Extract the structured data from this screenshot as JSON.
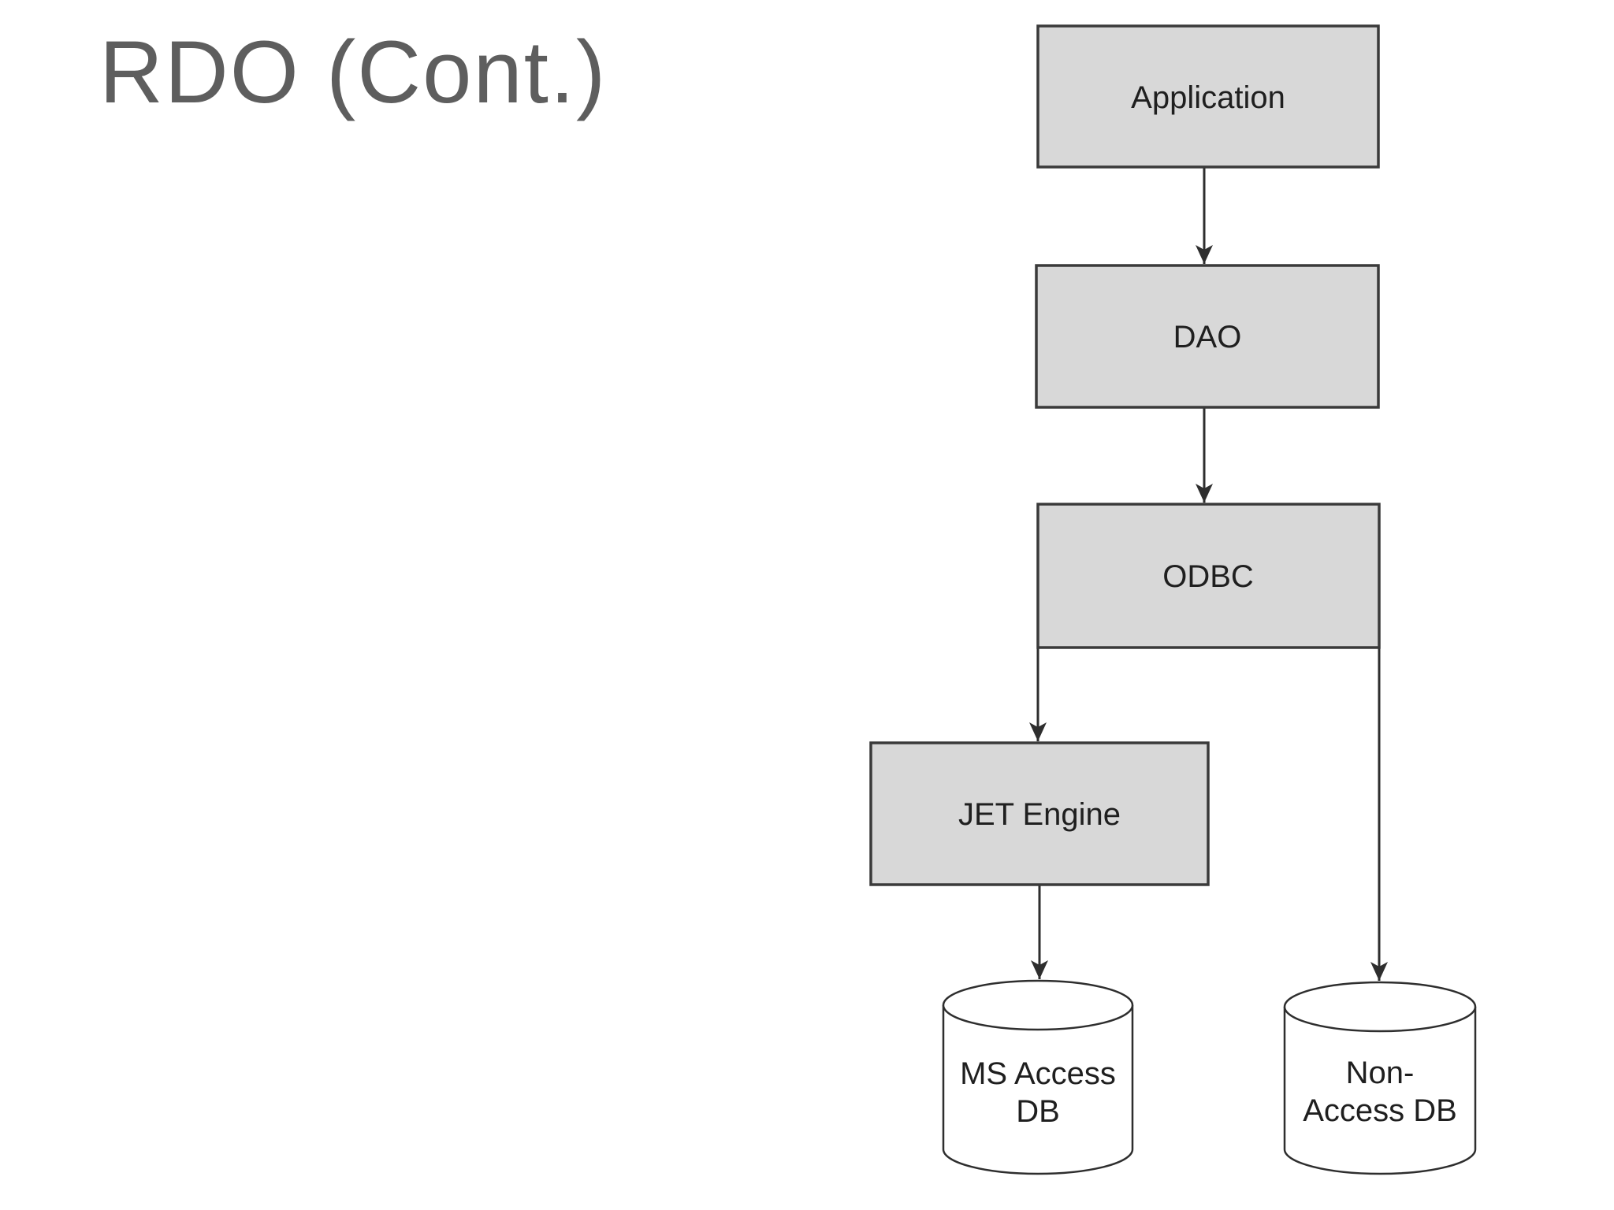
{
  "title": "RDO (Cont.)",
  "colors": {
    "background": "#ffffff",
    "title_text": "#5e5e5e",
    "box_fill": "#d8d8d8",
    "box_border": "#3a3a3a",
    "edge_line": "#2e2e2e",
    "node_label_text": "#1f1f1f",
    "cylinder_fill": "#ffffff"
  },
  "diagram": {
    "nodes": [
      {
        "id": "application",
        "type": "box",
        "label": "Application"
      },
      {
        "id": "dao",
        "type": "box",
        "label": "DAO"
      },
      {
        "id": "odbc",
        "type": "box",
        "label": "ODBC"
      },
      {
        "id": "jet-engine",
        "type": "box",
        "label": "JET Engine"
      },
      {
        "id": "ms-access-db",
        "type": "cylinder",
        "label": "MS Access DB",
        "label_lines": [
          "MS Access",
          "DB"
        ]
      },
      {
        "id": "non-access-db",
        "type": "cylinder",
        "label": "Non-Access DB",
        "label_lines": [
          "Non-",
          "Access DB"
        ]
      }
    ],
    "edges": [
      {
        "from": "Application",
        "to": "DAO"
      },
      {
        "from": "DAO",
        "to": "ODBC"
      },
      {
        "from": "ODBC",
        "to": "JET Engine"
      },
      {
        "from": "ODBC",
        "to": "Non-Access DB"
      },
      {
        "from": "JET Engine",
        "to": "MS Access DB"
      }
    ]
  }
}
